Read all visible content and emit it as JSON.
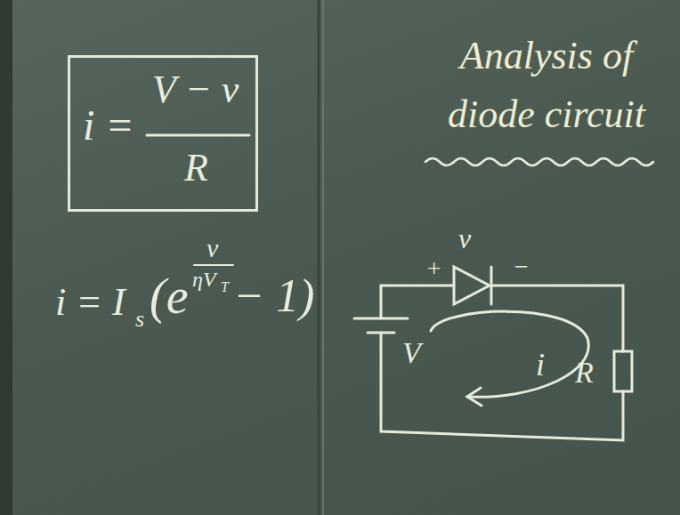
{
  "diagram": {
    "title": "Analysis of diode circuit",
    "nodes": [
      {
        "text": [
          "i =",
          "V − v",
          "R"
        ]
      }
    ],
    "labels": [
      "i = I",
      "s",
      "(e",
      "v",
      "ηV",
      "T",
      "− 1)",
      "+",
      "v",
      "−",
      "V",
      "i",
      "R"
    ]
  }
}
